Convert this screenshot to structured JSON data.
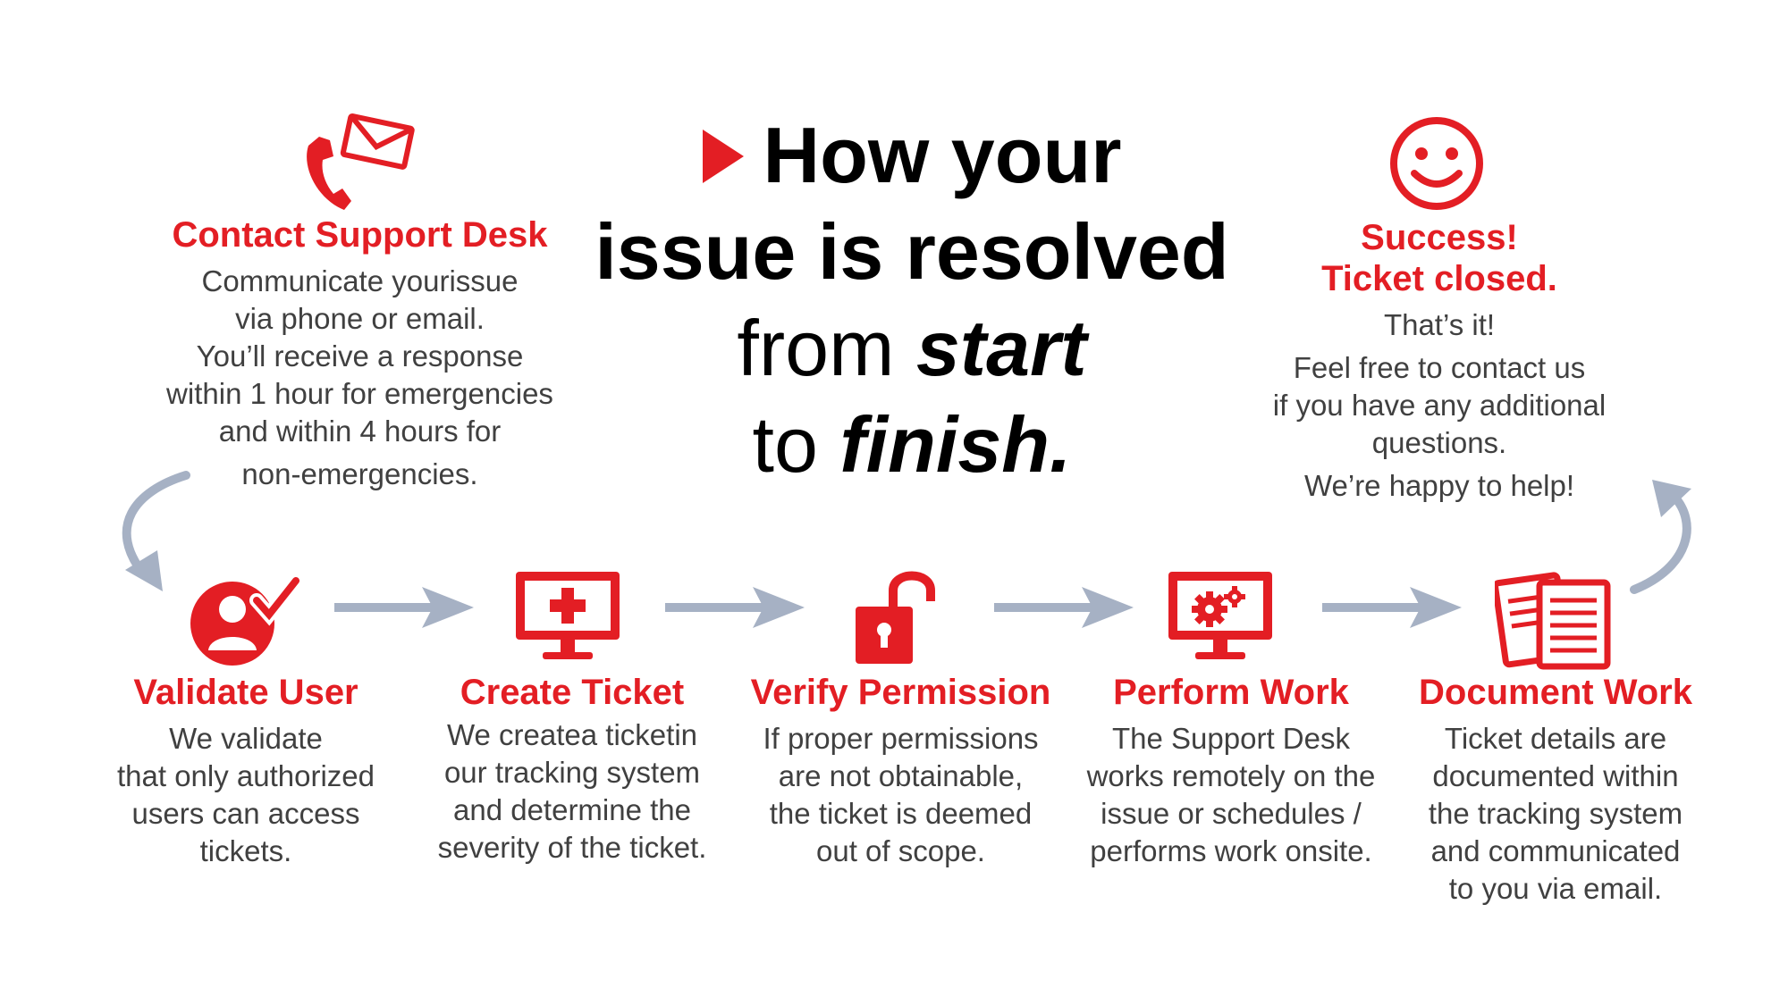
{
  "title": {
    "line1": "How your",
    "line2": "issue is resolved",
    "line3_a": "from ",
    "line3_b": "start",
    "line4_a": "to ",
    "line4_b": "finish."
  },
  "contact": {
    "heading": "Contact Support Desk",
    "lines": [
      "Communicate yourissue",
      "via phone or email.",
      "You’ll receive a response",
      "within 1 hour for emergencies",
      "and within 4 hours for",
      "non-emergencies."
    ]
  },
  "success": {
    "heading1": "Success!",
    "heading2": "Ticket closed.",
    "lines": [
      "That’s it!",
      "Feel free to contact us",
      "if you have any additional",
      "questions.",
      "We’re happy to help!"
    ]
  },
  "steps": [
    {
      "heading": "Validate User",
      "lines": [
        "We validate",
        "that only authorized",
        "users can access",
        "tickets."
      ]
    },
    {
      "heading": "Create Ticket",
      "lines": [
        "We createa ticketin",
        "our tracking system",
        "and determine the",
        "severity of the ticket."
      ]
    },
    {
      "heading": "Verify Permission",
      "lines": [
        "If proper permissions",
        "are not obtainable,",
        "the ticket is deemed",
        "out of scope."
      ]
    },
    {
      "heading": "Perform Work",
      "lines": [
        "The Support Desk",
        "works remotely on the",
        "issue or schedules /",
        "performs work onsite."
      ]
    },
    {
      "heading": "Document Work",
      "lines": [
        "Ticket details are",
        "documented within",
        "the tracking system",
        "and communicated",
        "to you via email."
      ]
    }
  ],
  "colors": {
    "accent": "#e31e24",
    "arrow": "#a6b1c4",
    "text": "#404040"
  },
  "icons": [
    "phone-icon",
    "envelope-icon",
    "smiley-icon",
    "user-check-icon",
    "monitor-plus-icon",
    "padlock-open-icon",
    "monitor-gears-icon",
    "documents-icon"
  ]
}
